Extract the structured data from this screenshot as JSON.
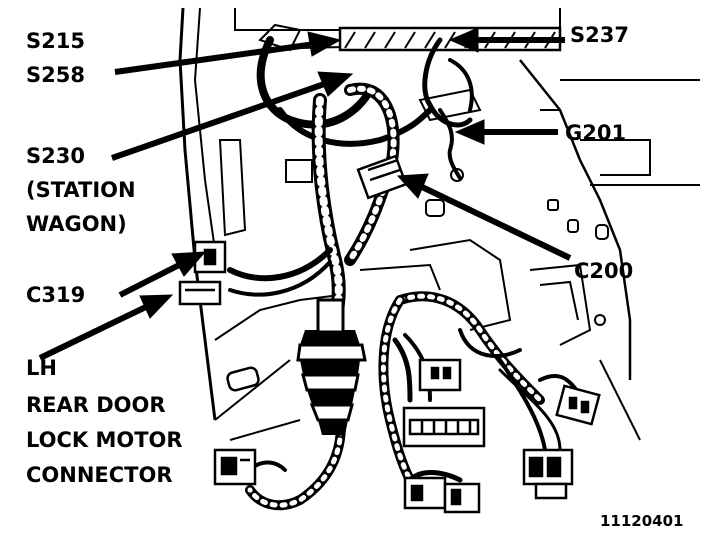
{
  "labels": {
    "s215": "S215",
    "s258": "S258",
    "s230": "S230",
    "station_wagon": "(STATION",
    "station_wagon_2": "WAGON)",
    "c319": "C319",
    "lh": "LH",
    "rear_door": "REAR DOOR",
    "lock_motor": "LOCK MOTOR",
    "connector": "CONNECTOR",
    "s237": "S237",
    "g201": "G201",
    "c200": "C200"
  },
  "figure_number": "11120401"
}
